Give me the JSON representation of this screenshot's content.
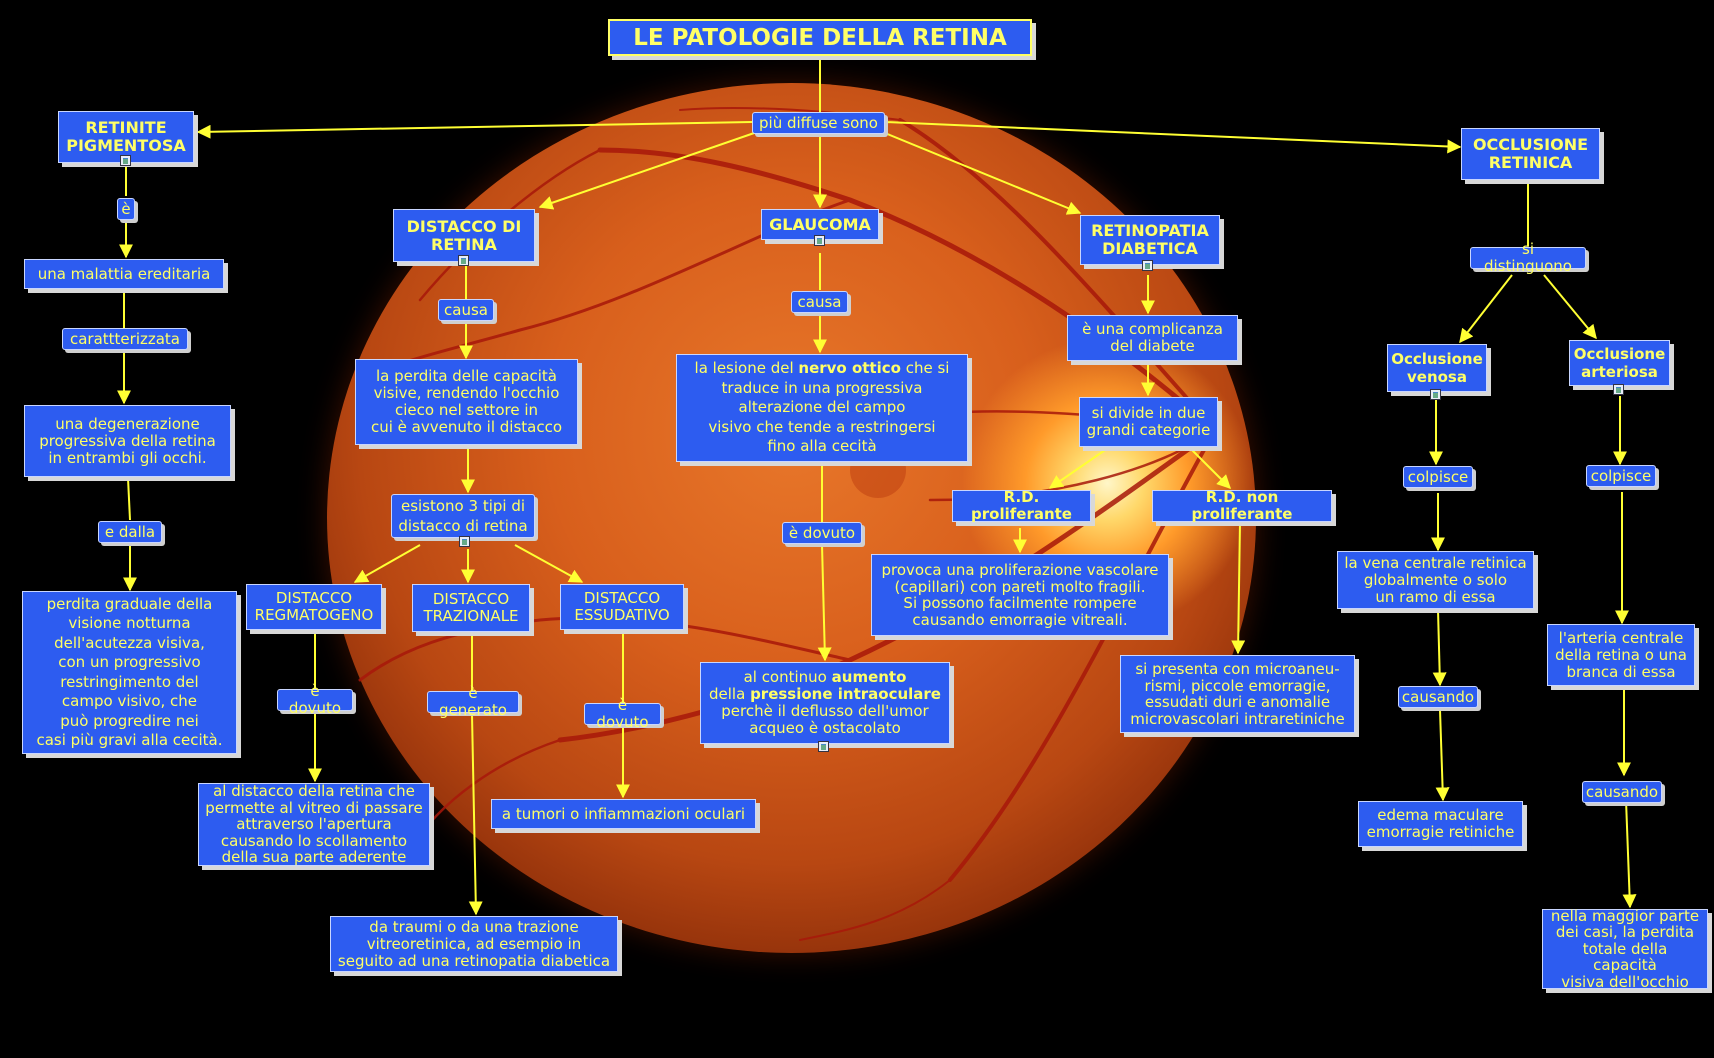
{
  "title": "LE PATOLOGIE DELLA RETINA",
  "nodes": {
    "piu_diffuse": "più diffuse sono",
    "retinite": "RETINITE\nPIGMENTOSA",
    "e": "è",
    "malattia": "una malattia ereditaria",
    "caratterizzata": "carattterizzata",
    "degenerazione": "una degenerazione\nprogressiva della retina\nin entrambi gli occhi.",
    "e_dalla": "e dalla",
    "perdita_graduale": "perdita graduale della\nvisione notturna\ndell'acutezza visiva,\ncon un progressivo\nrestringimento del\ncampo visivo, che\npuò progredire nei\ncasi più gravi alla cecità.",
    "distacco": "DISTACCO DI\nRETINA",
    "causa1": "causa",
    "perdita_capacita": "la perdita delle capacità\nvisive, rendendo l'occhio\ncieco nel settore in\ncui è avvenuto il distacco",
    "esistono": "esistono  3  tipi  di\ndistacco  di  retina",
    "regmatogeno": "DISTACCO\nREGMATOGENO",
    "trazionale": "DISTACCO\nTRAZIONALE",
    "essudativo": "DISTACCO\nESSUDATIVO",
    "dovuto1": "è  dovuto",
    "generato": "è  generato",
    "dovuto2": "è  dovuto",
    "vitreo": "al distacco della retina che\npermette al vitreo di passare\nattraverso l'apertura\ncausando lo scollamento\ndella sua parte aderente",
    "traumi": "da traumi o da una trazione\nvitreoretinica, ad esempio in\nseguito ad una retinopatia diabetica",
    "tumori": "a tumori o infiammazioni oculari",
    "glaucoma": "GLAUCOMA",
    "causa2": "causa",
    "lesione_pre": "la lesione del ",
    "lesione_bold": "nervo ottico",
    "lesione_post": " che si\ntraduce in una progressiva\nalterazione del campo\nvisivo che tende a restringersi\nfino alla cecità",
    "dovuto3": "è  dovuto",
    "aumento_1": "al continuo ",
    "aumento_bold1": "aumento",
    "aumento_2": "\ndella ",
    "aumento_bold2": "pressione intraoculare",
    "aumento_3": "\nperchè il deflusso dell'umor\nacqueo è ostacolato",
    "retinopatia": "RETINOPATIA\nDIABETICA",
    "complicanza": "è  una  complicanza\ndel  diabete",
    "divide": "si divide in due\ngrandi categorie",
    "proliferante": "R.D.  proliferante",
    "non_proliferante": "R.D.  non  proliferante",
    "provoca": "provoca una proliferazione vascolare\n(capillari) con pareti molto fragili.\nSi possono facilmente rompere\ncausando emorragie vitreali.",
    "presenta": "si presenta con microaneu-\nrismi, piccole emorragie,\nessudati duri e anomalie\nmicrovascolari intraretiniche",
    "occlusione": "OCCLUSIONE\nRETINICA",
    "distinguono": "si  distinguono",
    "venosa": "Occlusione\nvenosa",
    "arteriosa": "Occlusione\narteriosa",
    "colpisce1": "colpisce",
    "colpisce2": "colpisce",
    "vena": "la vena centrale retinica\nglobalmente o solo\nun ramo di essa",
    "arteria": "l'arteria centrale\ndella retina o una\nbranca di essa",
    "causando1": "causando",
    "causando2": "causando",
    "edema": "edema maculare\nemorragie retiniche",
    "maggior": "nella maggior parte\ndei casi, la perdita\ntotale della capacità\nvisiva dell'occhio"
  },
  "colors": {
    "node_fill": "#2d5cf0",
    "text": "#ffff66",
    "connector": "#ffff33",
    "background": "#000000"
  }
}
